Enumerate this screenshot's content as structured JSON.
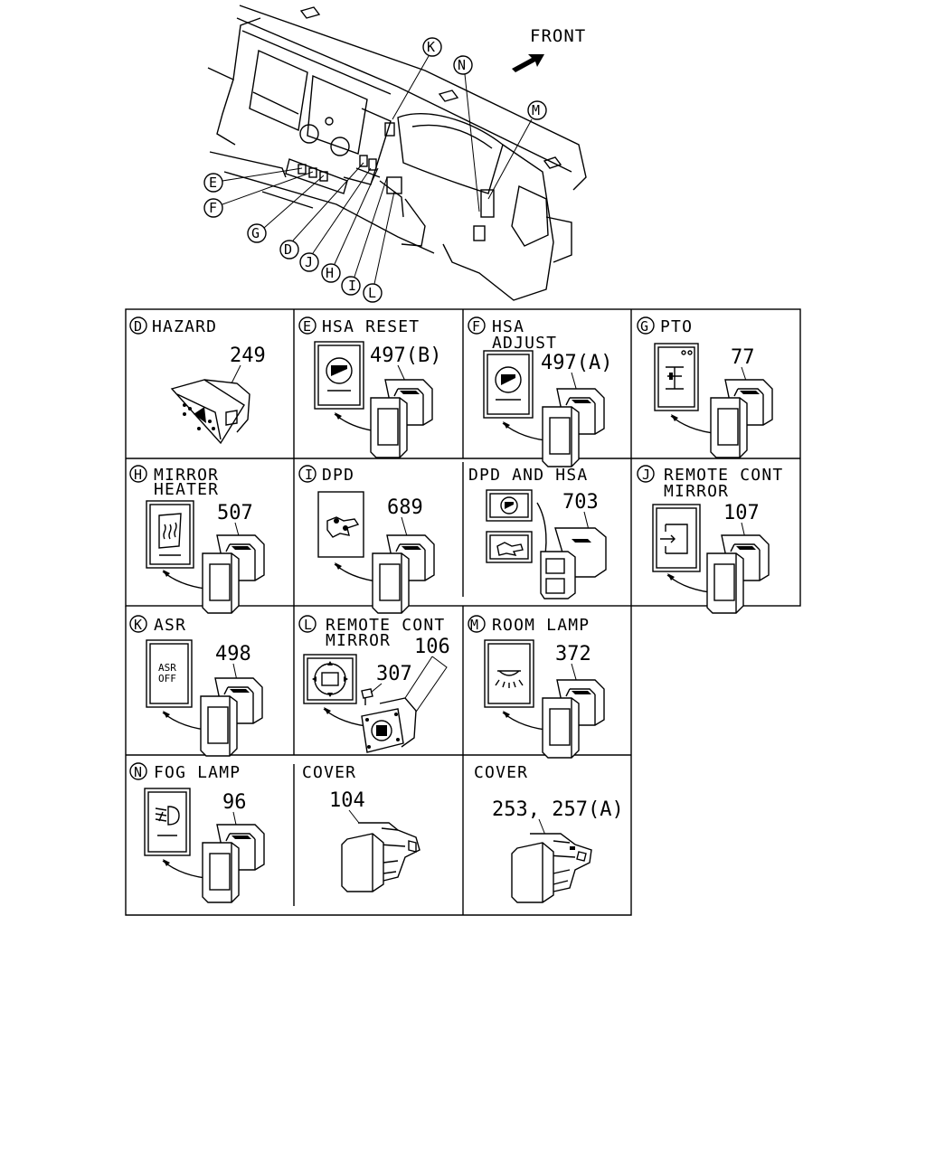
{
  "overview": {
    "direction_label": "FRONT",
    "callouts": [
      "K",
      "N",
      "M",
      "E",
      "F",
      "G",
      "D",
      "J",
      "H",
      "I",
      "L"
    ]
  },
  "cells": {
    "D": {
      "letter": "D",
      "title": "HAZARD",
      "part": "249"
    },
    "E": {
      "letter": "E",
      "title": "HSA RESET",
      "part": "497(B)"
    },
    "F": {
      "letter": "F",
      "title_line1": "HSA",
      "title_line2": "ADJUST",
      "part": "497(A)"
    },
    "G": {
      "letter": "G",
      "title": "PTO",
      "part": "77"
    },
    "H": {
      "letter": "H",
      "title_line1": "MIRROR",
      "title_line2": "HEATER",
      "part": "507"
    },
    "I": {
      "letter": "I",
      "title": "DPD",
      "part": "689"
    },
    "DPDHSA": {
      "title": "DPD AND HSA",
      "part": "703"
    },
    "J": {
      "letter": "J",
      "title_line1": "REMOTE CONT",
      "title_line2": "MIRROR",
      "part": "107"
    },
    "K": {
      "letter": "K",
      "title": "ASR",
      "part": "498",
      "switch_text_line1": "ASR",
      "switch_text_line2": "OFF"
    },
    "L": {
      "letter": "L",
      "title_line1": "REMOTE CONT",
      "title_line2": "MIRROR",
      "part": "106",
      "part2": "307"
    },
    "M": {
      "letter": "M",
      "title": "ROOM LAMP",
      "part": "372"
    },
    "N": {
      "letter": "N",
      "title": "FOG LAMP",
      "part": "96"
    },
    "COVER1": {
      "title": "COVER",
      "part": "104"
    },
    "COVER2": {
      "title": "COVER",
      "part": "253, 257(A)"
    }
  }
}
